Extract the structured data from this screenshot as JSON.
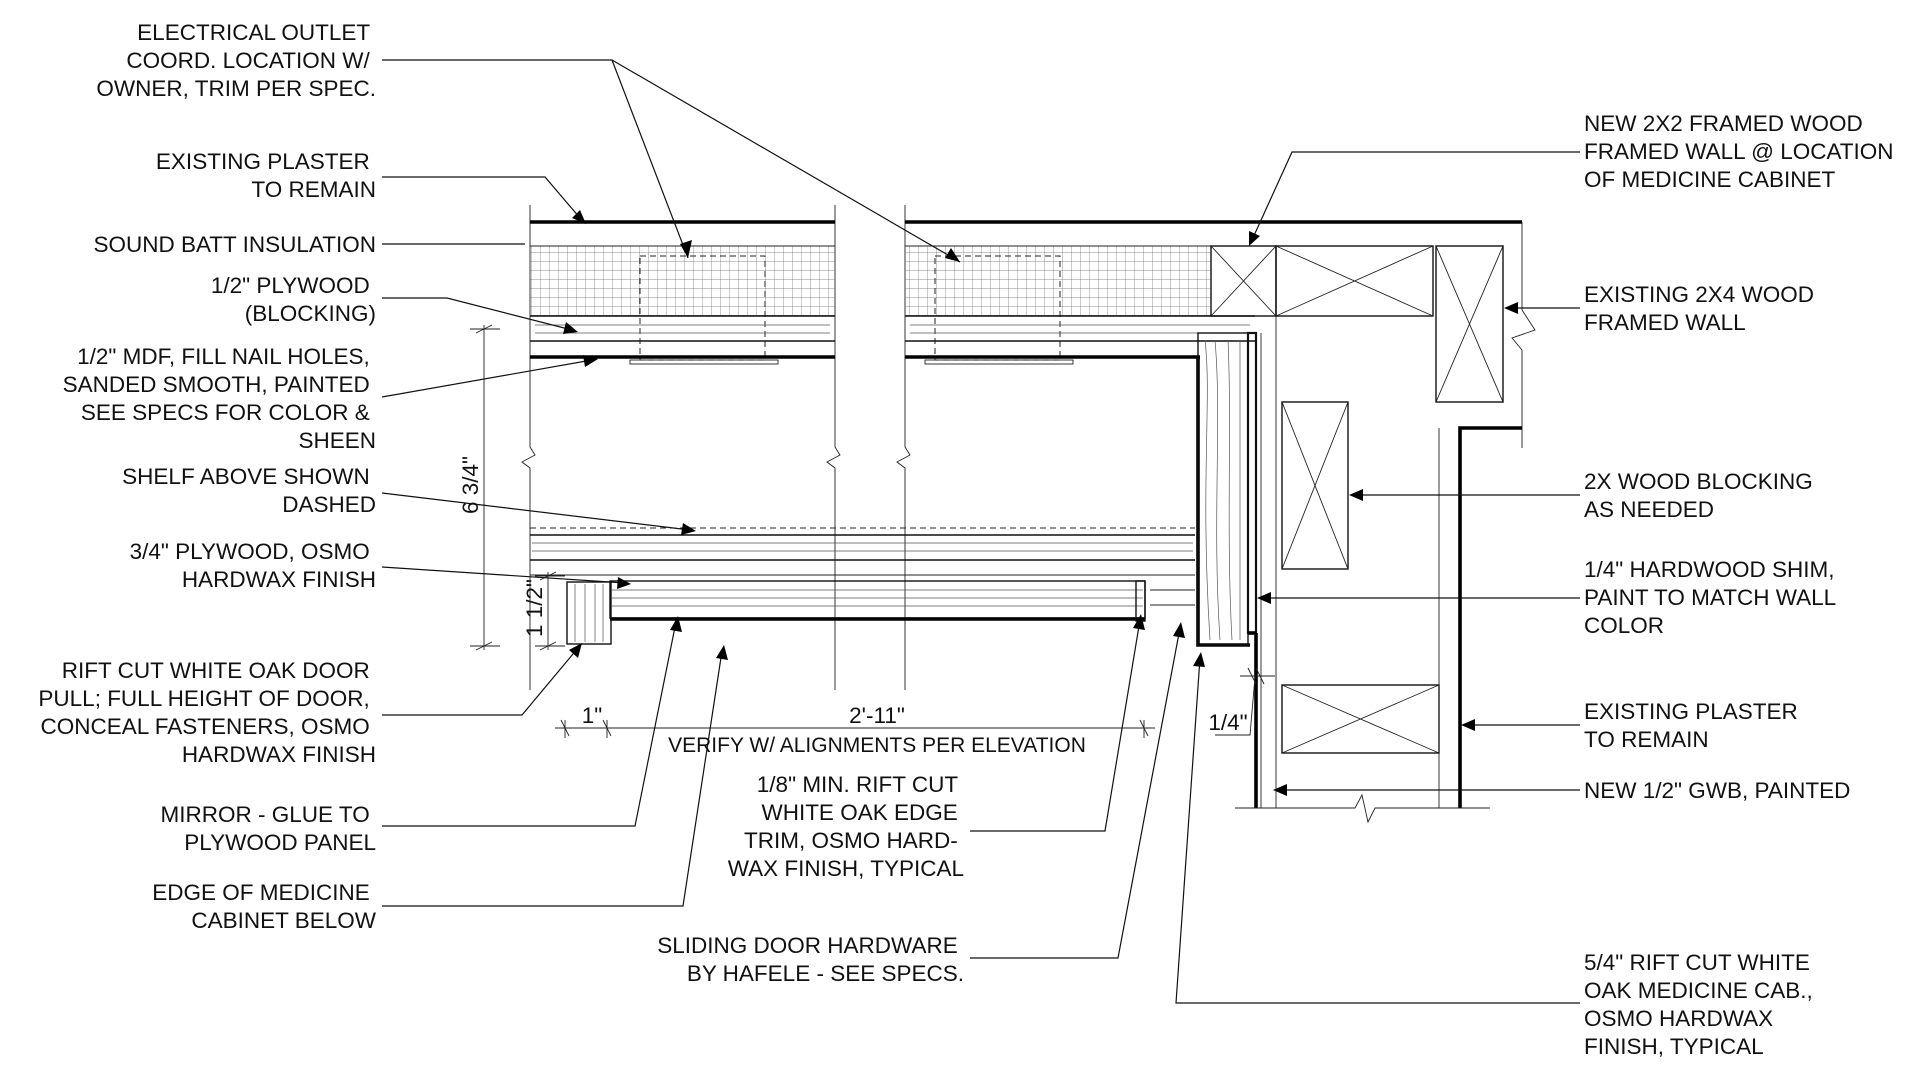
{
  "labels": {
    "electrical_outlet": [
      "ELECTRICAL OUTLET",
      "COORD. LOCATION W/",
      "OWNER, TRIM PER SPEC."
    ],
    "existing_plaster_top": [
      "EXISTING PLASTER",
      "TO REMAIN"
    ],
    "sound_batt": [
      "SOUND BATT INSULATION"
    ],
    "plywood_blocking": [
      "1/2\" PLYWOOD",
      "(BLOCKING)"
    ],
    "mdf": [
      "1/2\" MDF, FILL NAIL HOLES,",
      "SANDED SMOOTH, PAINTED",
      "SEE SPECS FOR COLOR &",
      "SHEEN"
    ],
    "shelf_above": [
      "SHELF ABOVE SHOWN",
      "DASHED"
    ],
    "plywood_osmo": [
      "3/4\" PLYWOOD, OSMO",
      "HARDWAX FINISH"
    ],
    "door_pull": [
      "RIFT CUT WHITE OAK DOOR",
      "PULL; FULL HEIGHT OF DOOR,",
      "CONCEAL FASTENERS, OSMO",
      "HARDWAX FINISH"
    ],
    "mirror": [
      "MIRROR - GLUE TO",
      "PLYWOOD PANEL"
    ],
    "edge_cabinet": [
      "EDGE OF MEDICINE",
      "CABINET BELOW"
    ],
    "edge_trim": [
      "1/8\" MIN. RIFT CUT",
      "WHITE OAK EDGE",
      "TRIM, OSMO HARD-",
      "WAX FINISH, TYPICAL"
    ],
    "sliding_hardware": [
      "SLIDING DOOR HARDWARE",
      "BY HAFELE - SEE SPECS."
    ],
    "new_2x2": [
      "NEW 2X2 FRAMED WOOD",
      "FRAMED WALL @ LOCATION",
      "OF MEDICINE CABINET"
    ],
    "existing_2x4": [
      "EXISTING 2X4 WOOD",
      "FRAMED WALL"
    ],
    "wood_blocking": [
      "2X WOOD BLOCKING",
      "AS NEEDED"
    ],
    "hardwood_shim": [
      "1/4\" HARDWOOD SHIM,",
      "PAINT TO MATCH WALL",
      "COLOR"
    ],
    "existing_plaster_right": [
      "EXISTING PLASTER",
      "TO REMAIN"
    ],
    "new_gwb": [
      "NEW 1/2\" GWB, PAINTED"
    ],
    "cab_54": [
      "5/4\" RIFT CUT WHITE",
      "OAK MEDICINE CAB.,",
      "OSMO HARDWAX",
      "FINISH, TYPICAL"
    ]
  },
  "dimensions": {
    "depth": "6 3/4\"",
    "door_thickness": "1 1/2\"",
    "pull_width": "1\"",
    "overall_width": "2'-11\"",
    "overall_note": "VERIFY W/ ALIGNMENTS PER ELEVATION",
    "shim": "1/4\""
  }
}
